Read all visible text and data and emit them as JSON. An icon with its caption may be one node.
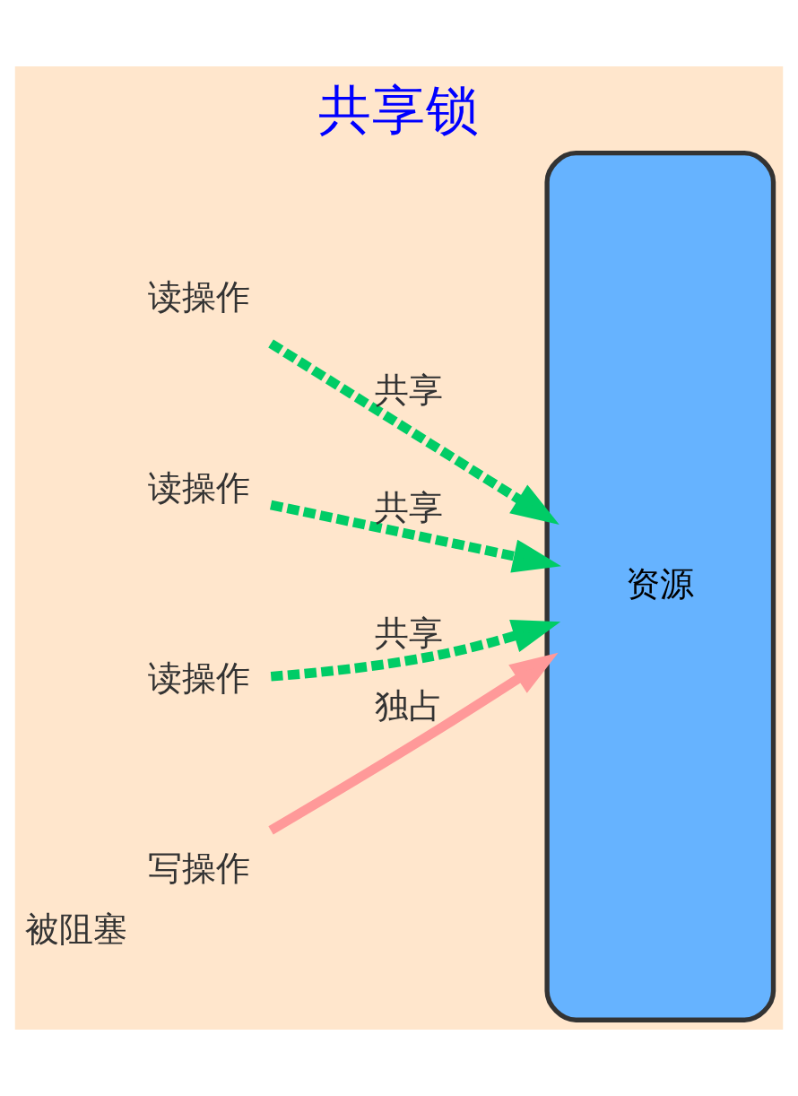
{
  "diagram": {
    "title": "共享锁",
    "nodes": [
      {
        "text": [
          "读操作"
        ]
      },
      {
        "text": [
          "读操作"
        ]
      },
      {
        "text": [
          "读操作"
        ]
      },
      {
        "text": [
          "写操作"
        ],
        "beside": [
          "被阻塞"
        ]
      },
      {
        "text": [
          "资源"
        ]
      }
    ],
    "edges": [
      {
        "from": 0,
        "to": 4,
        "arrow": "to",
        "label": "共享",
        "style": "dashed"
      },
      {
        "from": 1,
        "to": 4,
        "arrow": "to",
        "label": "共享",
        "style": "dashed"
      },
      {
        "from": 2,
        "to": 4,
        "arrow": "to",
        "label": "共享",
        "style": "dashed"
      },
      {
        "from": 3,
        "to": 4,
        "arrow": "to",
        "label": "独占",
        "color": "#ff9999"
      }
    ]
  }
}
